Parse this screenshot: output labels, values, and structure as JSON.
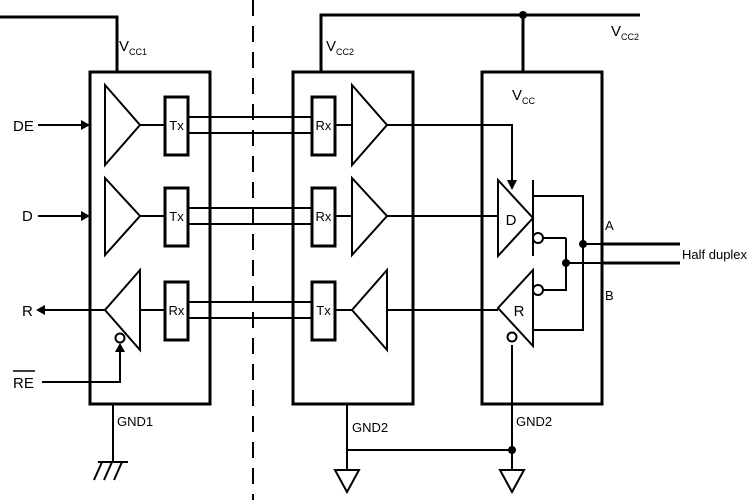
{
  "pins": {
    "de": "DE",
    "d": "D",
    "r": "R",
    "re": "RE"
  },
  "blocks": {
    "left": {
      "tx1": "Tx",
      "tx2": "Tx",
      "rx": "Rx"
    },
    "middle": {
      "rx1": "Rx",
      "rx2": "Rx",
      "tx": "Tx"
    },
    "right": {
      "driver": "D",
      "receiver": "R"
    }
  },
  "supplies": {
    "vcc1_main": "V",
    "vcc1_sub": "CC1",
    "vcc2_top_main": "V",
    "vcc2_top_sub": "CC2",
    "vcc2_mid_main": "V",
    "vcc2_mid_sub": "CC2",
    "vcc_main": "V",
    "vcc_sub": "CC"
  },
  "grounds": {
    "gnd1": "GND1",
    "gnd2_mid": "GND2",
    "gnd2_right": "GND2"
  },
  "bus": {
    "a": "A",
    "b": "B",
    "half_duplex": "Half duplex"
  },
  "colors": {
    "stroke": "#000000",
    "background": "#ffffff"
  }
}
